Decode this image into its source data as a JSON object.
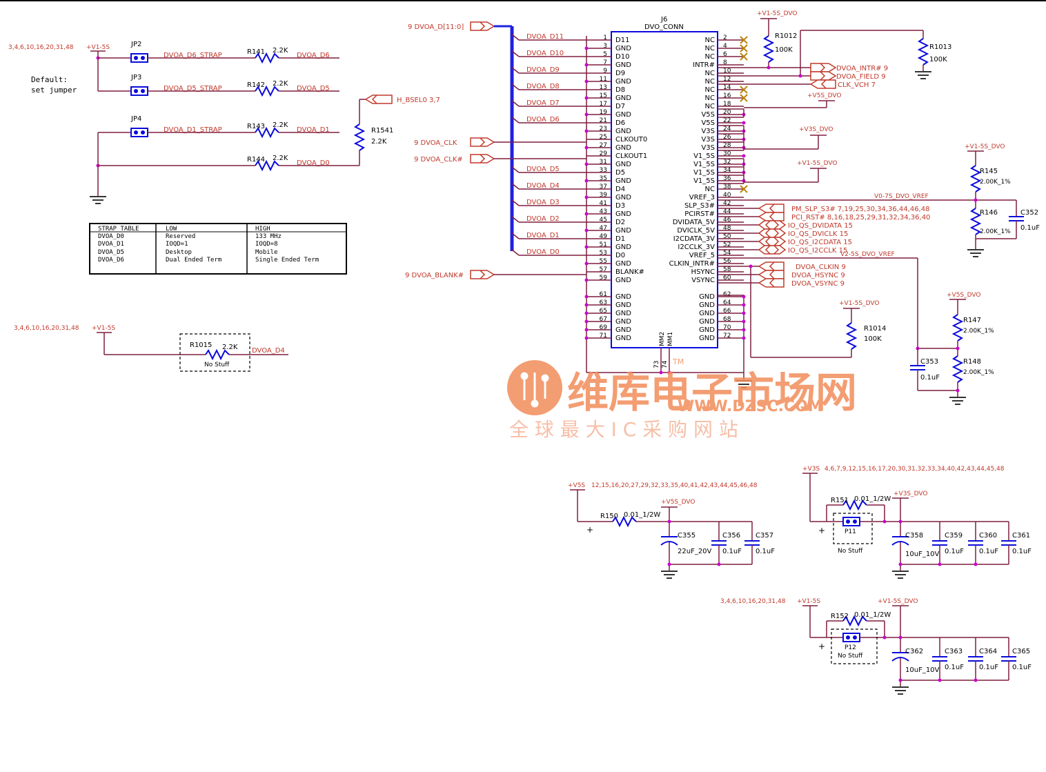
{
  "colors": {
    "wire": "#7f1d3e",
    "net": "#c0392b",
    "part": "#0a0adc",
    "bus": "#2020e0",
    "pin": "#cc00cc",
    "text": "#000000",
    "gnd": "#333333",
    "watermark": "#f28c5a",
    "wm_text": "#f5b59a"
  },
  "connector": {
    "ref": "J6",
    "name": "DVO_CONN",
    "left_pins": [
      {
        "num": "1",
        "name": "D11",
        "net": "DVOA_D11"
      },
      {
        "num": "3",
        "name": "GND"
      },
      {
        "num": "5",
        "name": "D10",
        "net": "DVOA_D10"
      },
      {
        "num": "7",
        "name": "GND"
      },
      {
        "num": "9",
        "name": "D9",
        "net": "DVOA_D9"
      },
      {
        "num": "11",
        "name": "GND"
      },
      {
        "num": "13",
        "name": "D8",
        "net": "DVOA_D8"
      },
      {
        "num": "15",
        "name": "GND"
      },
      {
        "num": "17",
        "name": "D7",
        "net": "DVOA_D7"
      },
      {
        "num": "19",
        "name": "GND"
      },
      {
        "num": "21",
        "name": "D6",
        "net": "DVOA_D6"
      },
      {
        "num": "23",
        "name": "GND"
      },
      {
        "num": "25",
        "name": "CLKOUT0",
        "net": "DVOA_CLK"
      },
      {
        "num": "27",
        "name": "GND"
      },
      {
        "num": "29",
        "name": "CLKOUT1",
        "net": "DVOA_CLK#"
      },
      {
        "num": "31",
        "name": "GND"
      },
      {
        "num": "33",
        "name": "D5",
        "net": "DVOA_D5"
      },
      {
        "num": "35",
        "name": "GND"
      },
      {
        "num": "37",
        "name": "D4",
        "net": "DVOA_D4"
      },
      {
        "num": "39",
        "name": "GND"
      },
      {
        "num": "41",
        "name": "D3",
        "net": "DVOA_D3"
      },
      {
        "num": "43",
        "name": "GND"
      },
      {
        "num": "45",
        "name": "D2",
        "net": "DVOA_D2"
      },
      {
        "num": "47",
        "name": "GND"
      },
      {
        "num": "49",
        "name": "D1",
        "net": "DVOA_D1"
      },
      {
        "num": "51",
        "name": "GND"
      },
      {
        "num": "53",
        "name": "D0",
        "net": "DVOA_D0"
      },
      {
        "num": "55",
        "name": "GND"
      },
      {
        "num": "57",
        "name": "BLANK#",
        "net": "DVOA_BLANK#"
      },
      {
        "num": "59",
        "name": "GND"
      },
      {
        "num": "61",
        "name": "GND"
      },
      {
        "num": "63",
        "name": "GND"
      },
      {
        "num": "65",
        "name": "GND"
      },
      {
        "num": "67",
        "name": "GND"
      },
      {
        "num": "69",
        "name": "GND"
      },
      {
        "num": "71",
        "name": "GND"
      }
    ],
    "right_pins": [
      {
        "num": "2",
        "name": "NC",
        "x": true
      },
      {
        "num": "4",
        "name": "NC",
        "x": true
      },
      {
        "num": "6",
        "name": "NC",
        "x": true
      },
      {
        "num": "8",
        "name": "INTR#"
      },
      {
        "num": "10",
        "name": "NC"
      },
      {
        "num": "12",
        "name": "NC"
      },
      {
        "num": "14",
        "name": "NC",
        "x": true
      },
      {
        "num": "16",
        "name": "NC",
        "x": true
      },
      {
        "num": "18",
        "name": "NC"
      },
      {
        "num": "20",
        "name": "V5S"
      },
      {
        "num": "22",
        "name": "V5S"
      },
      {
        "num": "24",
        "name": "V3S"
      },
      {
        "num": "26",
        "name": "V3S"
      },
      {
        "num": "28",
        "name": "V3S"
      },
      {
        "num": "30",
        "name": "V1_5S"
      },
      {
        "num": "32",
        "name": "V1_5S"
      },
      {
        "num": "34",
        "name": "V1_5S"
      },
      {
        "num": "36",
        "name": "V1_5S"
      },
      {
        "num": "38",
        "name": "NC",
        "x": true
      },
      {
        "num": "40",
        "name": "VREF_3"
      },
      {
        "num": "42",
        "name": "SLP_S3#"
      },
      {
        "num": "44",
        "name": "PCIRST#"
      },
      {
        "num": "46",
        "name": "DVIDATA_5V"
      },
      {
        "num": "48",
        "name": "DVICLK_5V"
      },
      {
        "num": "50",
        "name": "I2CDATA_3V"
      },
      {
        "num": "52",
        "name": "I2CCLK_3V"
      },
      {
        "num": "54",
        "name": "VREF_5"
      },
      {
        "num": "56",
        "name": "CLKIN_INTR#"
      },
      {
        "num": "58",
        "name": "HSYNC"
      },
      {
        "num": "60",
        "name": "VSYNC"
      },
      {
        "num": "62",
        "name": "GND"
      },
      {
        "num": "64",
        "name": "GND"
      },
      {
        "num": "66",
        "name": "GND"
      },
      {
        "num": "68",
        "name": "GND"
      },
      {
        "num": "70",
        "name": "GND"
      },
      {
        "num": "72",
        "name": "GND"
      }
    ],
    "bottom_pins": [
      {
        "num": "73",
        "name": "MM2"
      },
      {
        "num": "74",
        "name": "MM1"
      }
    ]
  },
  "bus": {
    "label": "9  DVOA_D[11:0]"
  },
  "offsheet_left": {
    "clk": "9  DVOA_CLK",
    "clkn": "9  DVOA_CLK#",
    "blank": "9  DVOA_BLANK#"
  },
  "offsheet_right": [
    "DVOA_INTR#  9",
    "DVOA_FIELD  9",
    "CLK_VCH  7",
    "PM_SLP_S3#  7,19,25,30,34,36,44,46,48",
    "PCI_RST#  8,16,18,25,29,31,32,34,36,40",
    "IO_QS_DVIDATA  15",
    "IO_QS_DVICLK  15",
    "IO_QS_I2CDATA  15",
    "IO_QS_I2CCLK  15",
    "DVOA_CLKIN  9",
    "DVOA_HSYNC  9",
    "DVOA_VSYNC  9"
  ],
  "straps": {
    "v15_label": "+V1-5S",
    "v15_refs": "3,4,6,10,16,20,31,48",
    "default_note": [
      "Default:",
      "set jumper"
    ],
    "jp2": "JP2",
    "jp3": "JP3",
    "jp4": "JP4",
    "n_d6": "DVOA_D6_STRAP",
    "n_d5": "DVOA_D5_STRAP",
    "n_d1": "DVOA_D1_STRAP",
    "r141": "R141",
    "r142": "R142",
    "r143": "R143",
    "r144": "R144",
    "r1541": "R1541",
    "val": "2.2K",
    "o_d6": "DVOA_D6",
    "o_d5": "DVOA_D5",
    "o_d1": "DVOA_D1",
    "o_d0": "DVOA_D0",
    "hbsel": "H_BSEL0  3,7"
  },
  "strap_table": {
    "headers": [
      "STRAP TABLE",
      "LOW",
      "HIGH"
    ],
    "rows": [
      [
        "DVOA_D0",
        "Reserved",
        "133 MHz"
      ],
      [
        "DVOA_D1",
        "IOQD=1",
        "IOQD=8"
      ],
      [
        "DVOA_D5",
        "Desktop",
        "Mobile"
      ],
      [
        "DVOA_D6",
        "Dual Ended Term",
        "Single Ended Term"
      ]
    ]
  },
  "r1015": {
    "refs": "3,4,6,10,16,20,31,48",
    "rail": "+V1-5S",
    "ref": "R1015",
    "val": "2.2K",
    "note": "No Stuff",
    "net": "DVOA_D4"
  },
  "right_parts": {
    "v15dvo": "+V1-5S_DVO",
    "r1012": "R1012",
    "r1013": "R1013",
    "v100k": "100K",
    "v5sdvo": "+V5S_DVO",
    "v3sdvo": "+V3S_DVO",
    "v15dvo2": "+V1-5S_DVO",
    "vref_a": "V0-7S_DVO_VREF",
    "vref_b": "V2-5S_DVO_VREF",
    "r145": "R145",
    "r146": "R146",
    "r147": "R147",
    "r148": "R148",
    "v200k": "2.00K_1%",
    "c352": "C352",
    "c353": "C353",
    "c01": "0.1uF",
    "r1014": "R1014",
    "v15dvo3": "+V1-5S_DVO",
    "v15dvo4": "+V1-5S_DVO",
    "v5sdvo2": "+V5S_DVO"
  },
  "power": {
    "v5s_label": "+V5S",
    "v5s_refs": "12,15,16,20,27,29,32,33,35,40,41,42,43,44,45,46,48",
    "r150": "R150",
    "r150v": "0.01_1/2W",
    "v5sdvo": "+V5S_DVO",
    "c355": "C355",
    "c355v": "22uF_20V",
    "c356": "C356",
    "c357": "C357",
    "c01": "0.1uF",
    "v3s_label": "+V3S",
    "v3s_refs": "4,6,7,9,12,15,16,17,20,30,31,32,33,34,40,42,43,44,45,48",
    "r151": "R151",
    "r151v": "0.01_1/2W",
    "v3sdvo": "+V3S_DVO",
    "p11": "P11",
    "nostuff": "No Stuff",
    "c358": "C358",
    "c358v": "10uF_10V",
    "c359": "C359",
    "c360": "C360",
    "c361": "C361",
    "v15_refs": "3,4,6,10,16,20,31,48",
    "v15_label": "+V1-5S",
    "r152": "R152",
    "r152v": "0.01_1/2W",
    "v15dvo": "+V1-5S_DVO",
    "p12": "P12",
    "c362": "C362",
    "c362v": "10uF_10V",
    "c363": "C363",
    "c364": "C364",
    "c365": "C365",
    "plus": "+"
  },
  "watermark": {
    "cn": "维库电子市场网",
    "tm": "TM",
    "url": "WWW.DZSC.COM",
    "slogan": "全 球 最 大 I C 采 购 网 站"
  }
}
